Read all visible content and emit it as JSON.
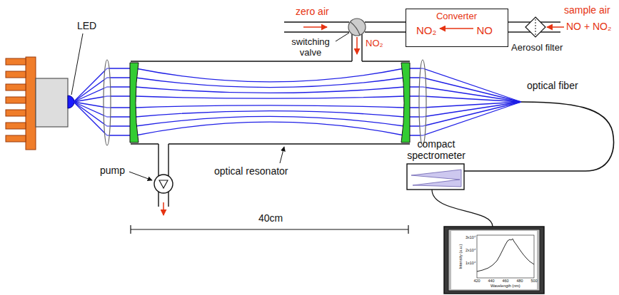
{
  "diagram": {
    "nodes": [
      {
        "text": [
          "Converter",
          "NO₂",
          "NO"
        ]
      }
    ],
    "labels": [
      "LED",
      "zero air",
      "switching valve",
      "sample air",
      "NO + NO₂",
      "Aerosol filter",
      "NO₂",
      "optical fiber",
      "pump",
      "optical resonator",
      "compact spectrometer",
      "40cm",
      "3x10⁴",
      "2x10⁴",
      "1x10⁴",
      "Intensity (a.u.)",
      "420",
      "440",
      "460",
      "480",
      "500",
      "Wavelength (nm)"
    ]
  }
}
